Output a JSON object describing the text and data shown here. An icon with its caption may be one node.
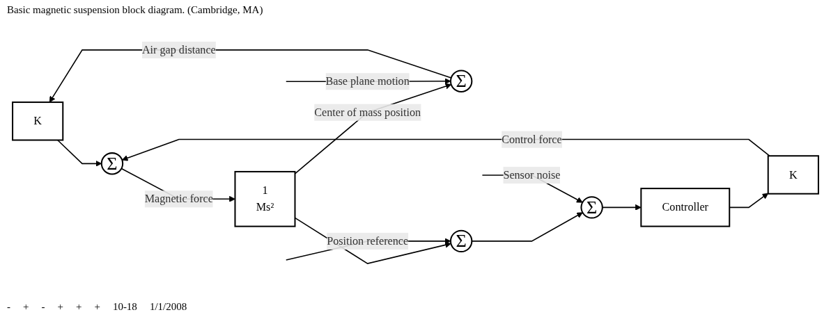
{
  "diagram": {
    "caption": "Basic magnetic suspension block diagram. (Cambridge, MA)",
    "nodes": [
      {
        "text": [
          "K"
        ]
      },
      {
        "text": [
          "K"
        ]
      },
      {
        "text": [
          "Σ"
        ]
      },
      {
        "text": [
          "1",
          "Ms²"
        ]
      },
      {
        "text": [
          "Σ"
        ]
      },
      {
        "text": [
          "Σ"
        ]
      },
      {
        "text": [
          "Σ"
        ]
      },
      {
        "text": [
          "Controller"
        ]
      }
    ],
    "edges": [
      {
        "from": 1,
        "to": 2,
        "label": "Control force",
        "arrow": "to"
      },
      {
        "from": 0,
        "to": 2,
        "arrow": "to"
      },
      {
        "from": 2,
        "to": 3,
        "label": "Magnetic force",
        "arrow": "to"
      },
      {
        "from": 3,
        "to": 4,
        "label": "Center of mass position",
        "arrow": "to"
      },
      {
        "from": 3,
        "to": 5,
        "arrow": "to"
      },
      {
        "from": 4,
        "to": 0,
        "label": "Air gap distance",
        "arrow": "to"
      },
      {
        "from": null,
        "to": 4,
        "label": "Base plane motion",
        "arrow": "to"
      },
      {
        "from": 5,
        "to": 6,
        "arrow": "to"
      },
      {
        "from": null,
        "to": 5,
        "label": "Position reference",
        "arrow": "to"
      },
      {
        "from": 6,
        "to": 7,
        "arrow": "to"
      },
      {
        "from": null,
        "to": 6,
        "label": "Sensor noise",
        "arrow": "to"
      },
      {
        "from": 7,
        "to": 1,
        "arrow": "to"
      }
    ],
    "labels": [
      "-",
      "+",
      "-",
      "+",
      "+",
      "+",
      "10-18",
      "1/1/2008"
    ]
  }
}
